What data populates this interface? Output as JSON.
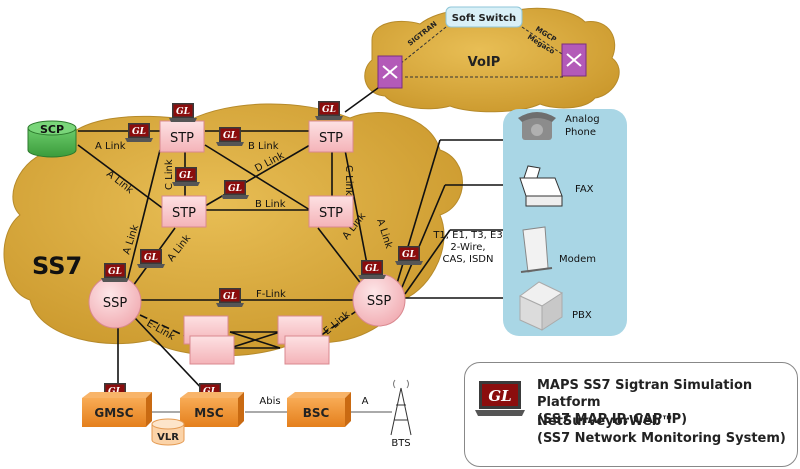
{
  "network": {
    "ss7_label": "SS7",
    "voip_label": "VoIP",
    "softswitch_label": "Soft Switch",
    "sigtran_label": "SIGTRAN",
    "mgcp_label": "MGCP",
    "megaco_label": "Megaco",
    "scp_label": "SCP",
    "stp_label": "STP",
    "ssp_label": "SSP",
    "gl_label": "GL",
    "links": {
      "a_link": "A Link",
      "b_link": "B Link",
      "c_link": "C Link",
      "d_link": "D Link",
      "e_link": "E-Link",
      "f_link": "F-Link"
    },
    "interfaces": {
      "line1": "T1, E1, T3, E3",
      "line2": "2-Wire,",
      "line3": "CAS, ISDN"
    }
  },
  "devices": {
    "analog_line1": "Analog",
    "analog_line2": "Phone",
    "fax": "FAX",
    "modem": "Modem",
    "pbx": "PBX"
  },
  "mobile": {
    "gmsc": "GMSC",
    "msc": "MSC",
    "vlr": "VLR",
    "bsc": "BSC",
    "bts": "BTS",
    "abis": "Abis",
    "a": "A"
  },
  "legend": {
    "product1_line1": "MAPS SS7 Sigtran Simulation Platform",
    "product1_line2": "(SS7 MAP IP, CAP IP)",
    "product2_line1": "NetSurveyorWeb™",
    "product2_line2": "(SS7 Network Monitoring System)"
  },
  "colors": {
    "cloud": "#d4a637",
    "stp_fill": "#f9c9cc",
    "orange_node": "#f0922e",
    "device_panel": "#a9d6e5",
    "gl_red": "#8b0d0d",
    "scp_green": "#4cae4c",
    "voip_purple": "#b35ab8"
  }
}
